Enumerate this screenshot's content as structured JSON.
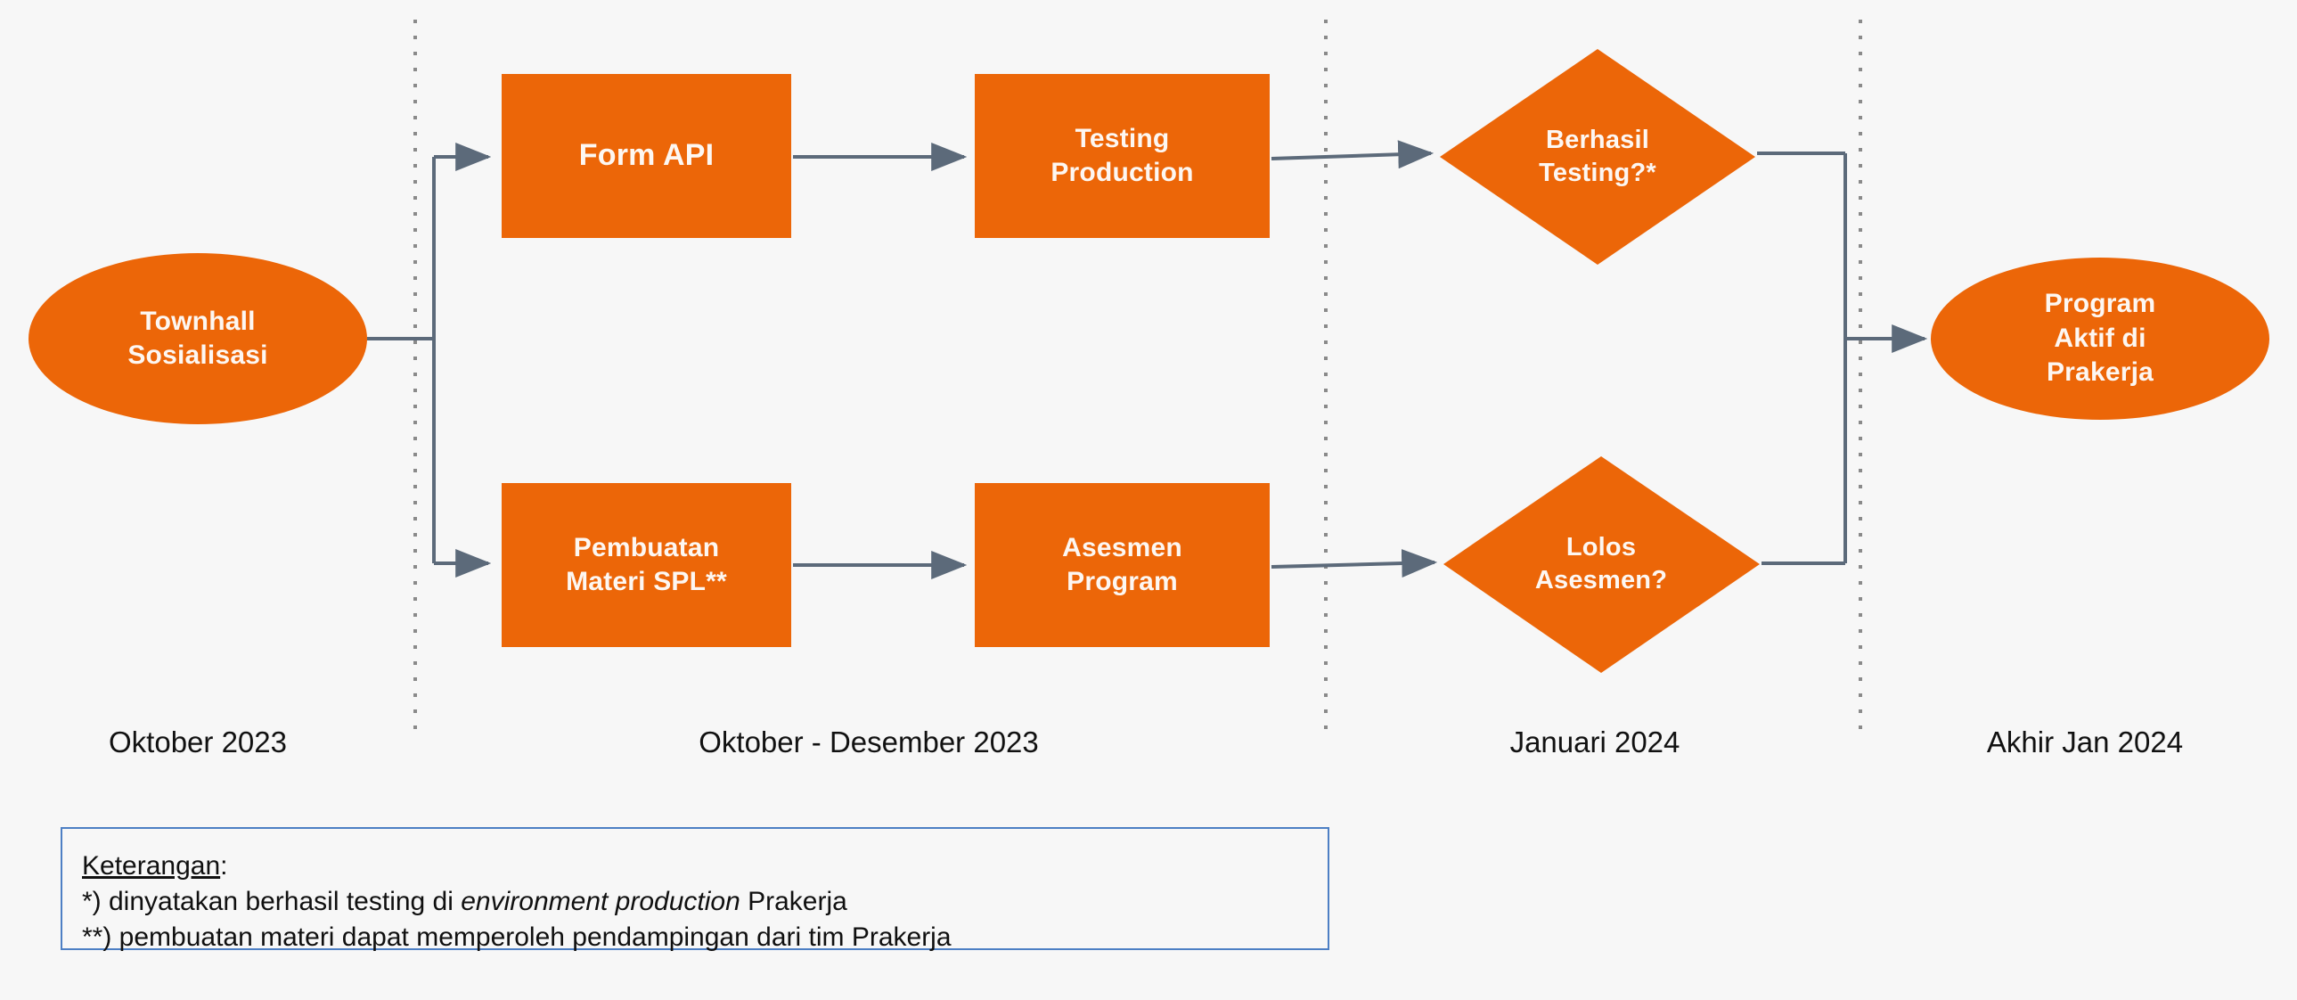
{
  "canvas": {
    "background": "#f7f7f7",
    "node_fill": "#ec6608",
    "node_text_color": "#fdf7f2",
    "connector_color": "#5c6a7a",
    "divider_color": "#8a8a8a",
    "legend_border_color": "#4d7fc4"
  },
  "nodes": {
    "start": {
      "id": "townhall-sosialisasi",
      "shape": "ellipse",
      "lines": [
        "Townhall",
        "Sosialisasi"
      ],
      "text": "Townhall Sosialisasi"
    },
    "form_api": {
      "id": "form-api",
      "shape": "rectangle",
      "lines": [
        "Form API"
      ],
      "text": "Form API"
    },
    "testing_production": {
      "id": "testing-production",
      "shape": "rectangle",
      "lines": [
        "Testing",
        "Production"
      ],
      "text": "Testing Production"
    },
    "berhasil_testing": {
      "id": "berhasil-testing",
      "shape": "diamond",
      "lines": [
        "Berhasil",
        "Testing?*"
      ],
      "text": "Berhasil Testing?*"
    },
    "pembuatan_materi": {
      "id": "pembuatan-materi-spl",
      "shape": "rectangle",
      "lines": [
        "Pembuatan",
        "Materi SPL**"
      ],
      "text": "Pembuatan Materi SPL**"
    },
    "asesmen_program": {
      "id": "asesmen-program",
      "shape": "rectangle",
      "lines": [
        "Asesmen",
        "Program"
      ],
      "text": "Asesmen Program"
    },
    "lolos_asesmen": {
      "id": "lolos-asesmen",
      "shape": "diamond",
      "lines": [
        "Lolos",
        "Asesmen?"
      ],
      "text": "Lolos Asesmen?"
    },
    "end": {
      "id": "program-aktif-di-prakerja",
      "shape": "ellipse",
      "lines": [
        "Program",
        "Aktif di",
        "Prakerja"
      ],
      "text": "Program Aktif di Prakerja"
    }
  },
  "phase_labels": [
    {
      "id": "phase-1",
      "label": "Oktober 2023"
    },
    {
      "id": "phase-2",
      "label": "Oktober - Desember 2023"
    },
    {
      "id": "phase-3",
      "label": "Januari 2024"
    },
    {
      "id": "phase-4",
      "label": "Akhir Jan 2024"
    }
  ],
  "legend": {
    "title": "Keterangan",
    "title_colon": ":",
    "note_1_prefix": "*) dinyatakan berhasil testing di ",
    "note_1_italic": "environment production",
    "note_1_suffix": " Prakerja",
    "note_2": "**) pembuatan materi dapat memperoleh pendampingan dari tim Prakerja"
  }
}
